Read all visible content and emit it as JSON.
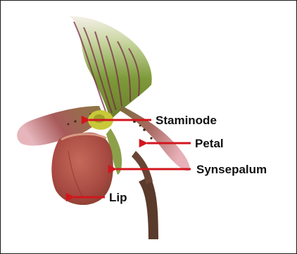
{
  "labels": {
    "staminode": "Staminode",
    "petal": "Petal",
    "synsepalum": "Synsepalum",
    "lip": "Lip"
  },
  "colors": {
    "arrow": "#d2161d",
    "label_text": "#111111",
    "border": "#1a1a1a"
  },
  "image": {
    "subject": "slipper orchid flower (Paphiopedilum)"
  }
}
